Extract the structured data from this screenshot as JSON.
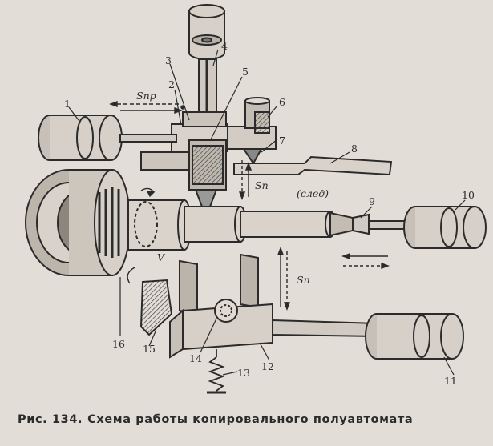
{
  "labels": {
    "n1": "1",
    "n2": "2",
    "n3": "3",
    "n4": "4",
    "n5": "5",
    "n6": "6",
    "n7": "7",
    "n8": "8",
    "n9": "9",
    "n10": "10",
    "n11": "11",
    "n12": "12",
    "n13": "13",
    "n14": "14",
    "n15": "15",
    "n16": "16"
  },
  "annotations": {
    "s_pr": "Sпр",
    "s_n_upper": "Sп",
    "s_n_lower": "Sп",
    "sled": "(след)",
    "v": "V"
  },
  "caption": {
    "number": "Рис. 134.",
    "text": "Схема работы копировального полуавтомата"
  }
}
